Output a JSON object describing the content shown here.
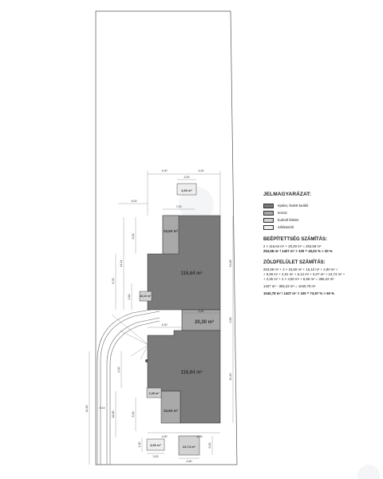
{
  "legend": {
    "title": "JELMAGYARÁZAT:",
    "items": [
      {
        "label": "épület, fedett beálló",
        "color": "#7a7a7a"
      },
      {
        "label": "terasz",
        "color": "#a9a9a9"
      },
      {
        "label": "burkolt felület",
        "color": "#d2d2d2"
      },
      {
        "label": "szikkasztó",
        "color": "#eeeeee"
      }
    ]
  },
  "beepitettseg": {
    "title": "BEÉPÍTETTSÉG SZÁMÍTÁS:",
    "line1": "2 × 116,64 m² + 20,30 m² = 253,58 m²",
    "line2": "253,58 m² / 1407 m² × 100 = 18,02 % < 30 %"
  },
  "zoldfelulet": {
    "title": "ZÖLDFELÜLET SZÁMÍTÁS:",
    "line1": "253,58 m² + 2 × 15,60 m² + 16,10 m² + 2,80 m² +",
    "line2": "+ 5,08 m² + 4,01 m² + 6,14 m² + 6,07 m² + 24,74 m² +",
    "line3": "+ 2,35 m² + 2 × 4,50 m² + 5,65 m² = 366,22 m²",
    "line4": "1407 m² - 366,22 m² = 1040,78 m²",
    "line5": "1040,78 m² / 1407 m² × 100 = 73,97 % > 60 %"
  },
  "areas": {
    "building_top": "116,64 m²",
    "building_bottom": "116,64 m²",
    "connector": "20,30 m²",
    "terrace_top": "15,60 m²",
    "terrace_bottom": "15,60 m²",
    "pad_top": "4,50 m²",
    "pad_bottom": "4,50 m²",
    "patio_small": "16,10 m²",
    "patio_bottom": "2,35 m²",
    "parking": "24,74 m²"
  },
  "dims": {
    "top_4_90": "4,90",
    "top_4_00": "4,00",
    "top_3_00": "3,00",
    "left_6_00": "6,00",
    "mid_7_00": "7,00",
    "v_5_30": "5,30",
    "v_11_31": "11,31",
    "v_6_78": "6,78",
    "v_2_80": "2,80",
    "v_13_68": "13,68",
    "v_13_40": "13,40",
    "v_2_50": "2,50",
    "conn_5_80": "5,80",
    "conn_4_90": "4,90",
    "v_34_50": "34,50",
    "v_6_30": "6,30",
    "v_5_30b": "5,30",
    "v_18_50": "18,50",
    "b_4_90": "4,90",
    "b_6_00": "6,00",
    "b_3_00": "3,00",
    "b_4_50": "4,50",
    "b_1_50": "1,50",
    "b_6_00r": "6,00",
    "b_8_14": "8,14"
  }
}
